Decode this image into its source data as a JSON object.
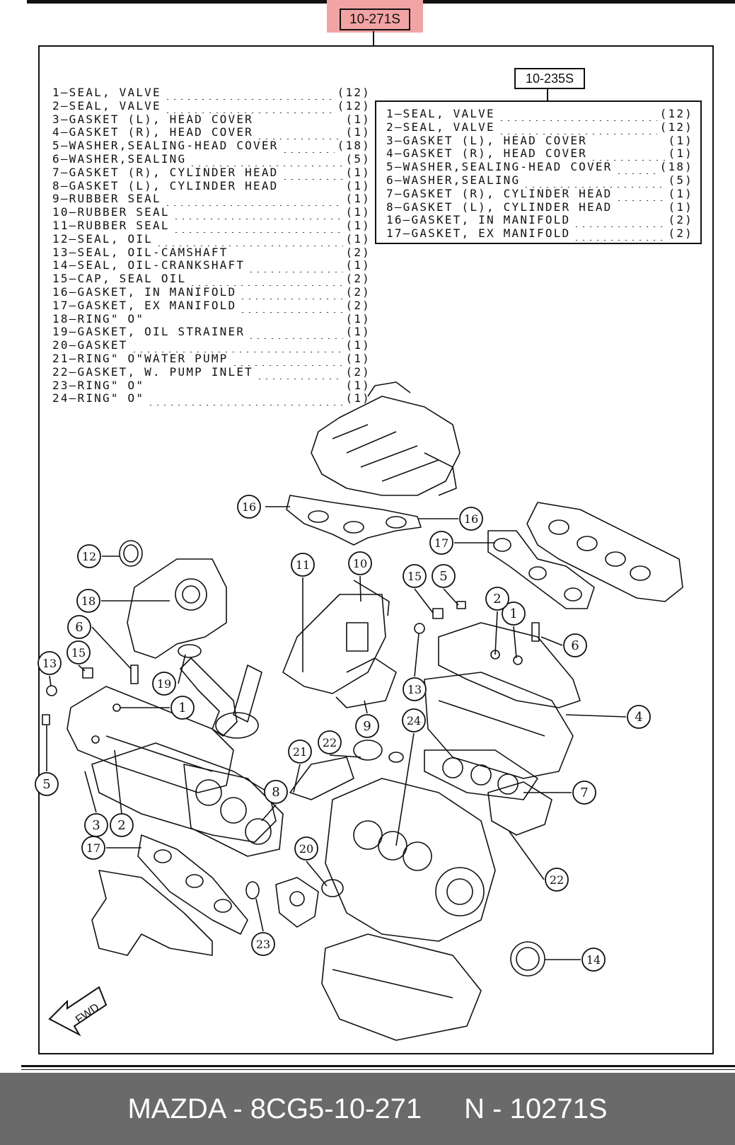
{
  "part_number": "10-271S",
  "subkit": {
    "part_number": "10-235S",
    "items": [
      {
        "label": "1—SEAL, VALVE",
        "qty": "(12)"
      },
      {
        "label": "2—SEAL, VALVE",
        "qty": "(12)"
      },
      {
        "label": "3—GASKET (L), HEAD COVER",
        "qty": "(1)"
      },
      {
        "label": "4—GASKET (R), HEAD COVER",
        "qty": "(1)"
      },
      {
        "label": "5—WASHER,SEALING-HEAD COVER",
        "qty": "(18)"
      },
      {
        "label": "6—WASHER,SEALING",
        "qty": "(5)"
      },
      {
        "label": "7—GASKET (R), CYLINDER HEAD",
        "qty": "(1)"
      },
      {
        "label": "8—GASKET (L), CYLINDER HEAD",
        "qty": "(1)"
      },
      {
        "label": "16—GASKET, IN MANIFOLD",
        "qty": "(2)"
      },
      {
        "label": "17—GASKET, EX MANIFOLD",
        "qty": "(2)"
      }
    ]
  },
  "parts": [
    {
      "label": "1—SEAL, VALVE",
      "qty": "(12)"
    },
    {
      "label": "2—SEAL, VALVE",
      "qty": "(12)"
    },
    {
      "label": "3—GASKET (L), HEAD COVER",
      "qty": "(1)"
    },
    {
      "label": "4—GASKET (R), HEAD COVER",
      "qty": "(1)"
    },
    {
      "label": "5—WASHER,SEALING-HEAD COVER",
      "qty": "(18)"
    },
    {
      "label": "6—WASHER,SEALING",
      "qty": "(5)"
    },
    {
      "label": "7—GASKET (R), CYLINDER HEAD",
      "qty": "(1)"
    },
    {
      "label": "8—GASKET (L), CYLINDER HEAD",
      "qty": "(1)"
    },
    {
      "label": "9—RUBBER SEAL",
      "qty": "(1)"
    },
    {
      "label": "10—RUBBER SEAL",
      "qty": "(1)"
    },
    {
      "label": "11—RUBBER SEAL",
      "qty": "(1)"
    },
    {
      "label": "12—SEAL, OIL",
      "qty": "(1)"
    },
    {
      "label": "13—SEAL, OIL-CAMSHAFT",
      "qty": "(2)"
    },
    {
      "label": "14—SEAL, OIL-CRANKSHAFT",
      "qty": "(1)"
    },
    {
      "label": "15—CAP, SEAL OIL",
      "qty": "(2)"
    },
    {
      "label": "16—GASKET, IN MANIFOLD",
      "qty": "(2)"
    },
    {
      "label": "17—GASKET, EX MANIFOLD",
      "qty": "(2)"
    },
    {
      "label": "18—RING\" O\"",
      "qty": "(1)"
    },
    {
      "label": "19—GASKET, OIL STRAINER",
      "qty": "(1)"
    },
    {
      "label": "20—GASKET",
      "qty": "(1)"
    },
    {
      "label": "21—RING\" O\"WATER PUMP",
      "qty": "(1)"
    },
    {
      "label": "22—GASKET, W. PUMP INLET",
      "qty": "(2)"
    },
    {
      "label": "23—RING\" O\"",
      "qty": "(1)"
    },
    {
      "label": "24—RING\" O\"",
      "qty": "(1)"
    }
  ],
  "callouts": [
    "1",
    "2",
    "3",
    "4",
    "5",
    "6",
    "7",
    "8",
    "9",
    "10",
    "11",
    "12",
    "13",
    "14",
    "15",
    "16",
    "17",
    "18",
    "19",
    "20",
    "21",
    "22",
    "23",
    "24"
  ],
  "fwd_label": "FWD",
  "footer": {
    "brand_code": "MAZDA - 8CG5-10-271",
    "kit_code": "N - 10271S"
  }
}
